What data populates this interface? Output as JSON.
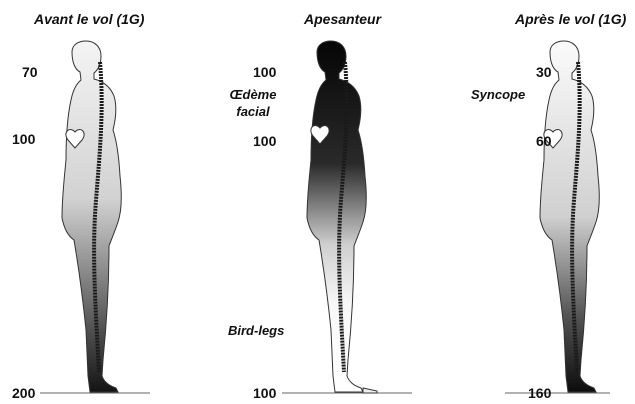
{
  "panels": [
    {
      "title": "Avant le vol (1G)",
      "values": {
        "head": "70",
        "heart": "100",
        "feet": "200"
      },
      "notes": []
    },
    {
      "title": "Apesanteur",
      "values": {
        "head": "100",
        "heart": "100",
        "feet": "100"
      },
      "notes": [
        "Œdème facial",
        "Bird-legs"
      ]
    },
    {
      "title": "Après le vol (1G)",
      "values": {
        "head": "30",
        "heart": "60",
        "feet": "160"
      },
      "notes": [
        "Syncope"
      ]
    }
  ]
}
